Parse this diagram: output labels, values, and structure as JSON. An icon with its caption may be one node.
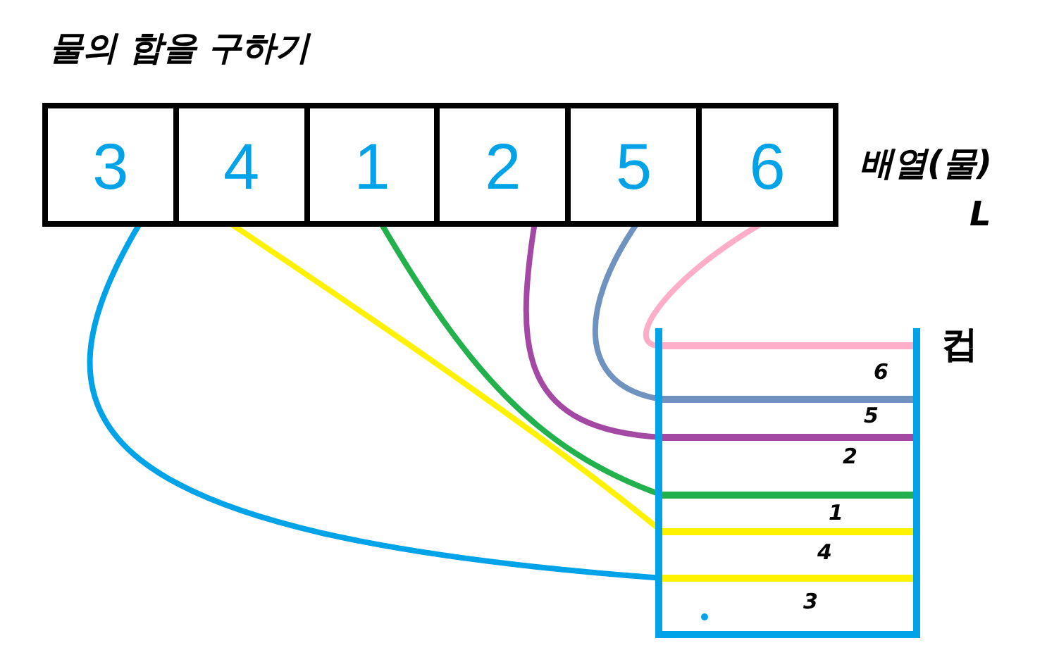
{
  "diagram": {
    "title": "물의 합을 구하기",
    "nodes": [
      {
        "text": [],
        "shape": "box",
        "beside": [
          "배열(물)",
          "L"
        ]
      },
      {
        "text": [
          "3"
        ],
        "in": 0
      },
      {
        "text": [
          "4"
        ],
        "in": 0
      },
      {
        "text": [
          "1"
        ],
        "in": 0
      },
      {
        "text": [
          "2"
        ],
        "in": 0
      },
      {
        "text": [
          "5"
        ],
        "in": 0
      },
      {
        "text": [
          "6"
        ],
        "in": 0
      },
      {
        "text": [
          "컵"
        ]
      },
      {
        "text": [],
        "shape": "bar",
        "in": 7
      },
      {
        "text": [],
        "shape": "bar",
        "in": 7
      },
      {
        "text": [],
        "shape": "bar",
        "in": 7
      },
      {
        "text": [],
        "shape": "bar",
        "in": 7
      },
      {
        "text": [],
        "shape": "bar",
        "in": 7
      },
      {
        "text": [],
        "shape": "bar",
        "in": 7
      }
    ],
    "edges": [
      {
        "from": 1,
        "to": 13,
        "arrow": "none",
        "color": "#00a2e8"
      },
      {
        "from": 2,
        "to": 12,
        "arrow": "none",
        "color": "#fff200"
      },
      {
        "from": 3,
        "to": 11,
        "arrow": "none",
        "color": "#22b14c"
      },
      {
        "from": 4,
        "to": 10,
        "arrow": "none",
        "color": "#a349a4"
      },
      {
        "from": 5,
        "to": 9,
        "arrow": "none",
        "color": "#7092be"
      },
      {
        "from": 6,
        "to": 8,
        "arrow": "none",
        "color": "#ffaec9"
      }
    ],
    "labels": [
      "6",
      "5",
      "2",
      "1",
      "4",
      "3"
    ]
  }
}
